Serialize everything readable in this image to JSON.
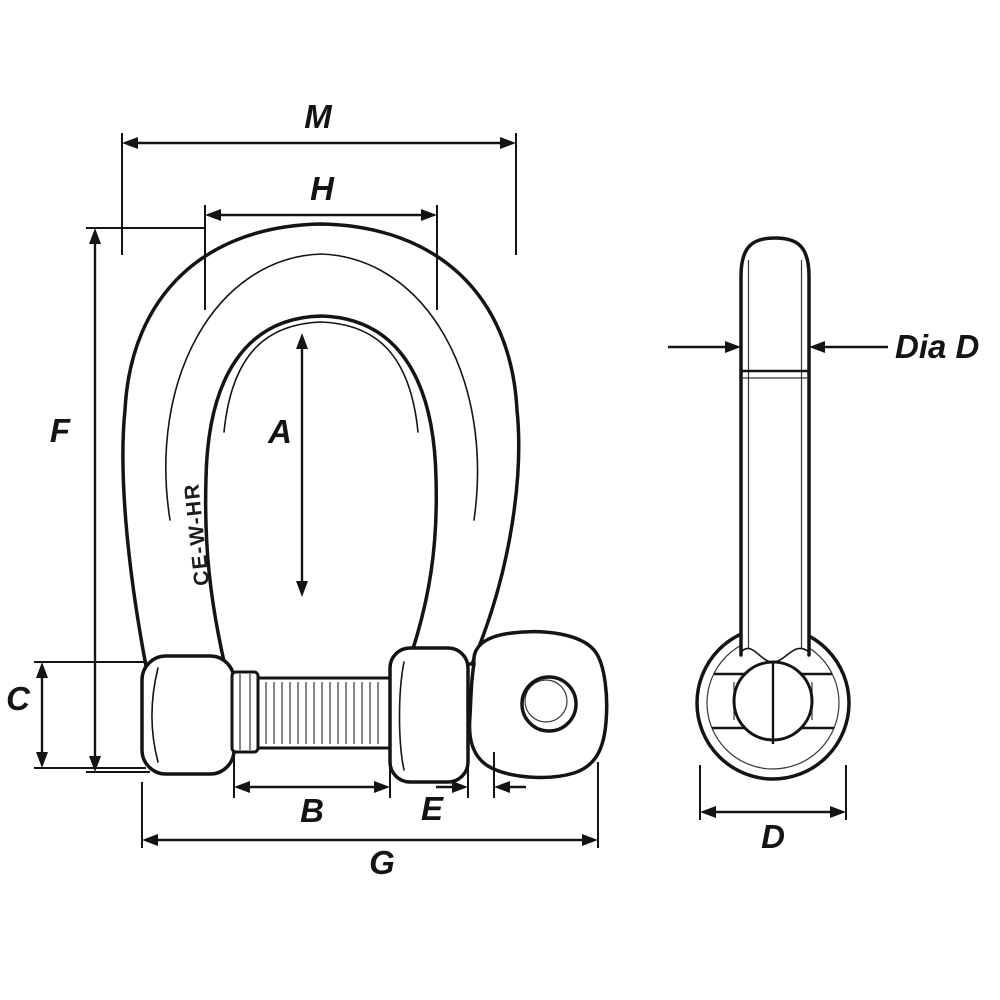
{
  "diagram": {
    "colors": {
      "line": "#141414",
      "background": "#ffffff"
    },
    "engraving": "CE-W-HR",
    "dimensions": {
      "M": "M",
      "H": "H",
      "A": "A",
      "F": "F",
      "C": "C",
      "B": "B",
      "E": "E",
      "G": "G",
      "dia_d": "Dia D",
      "D": "D"
    }
  }
}
